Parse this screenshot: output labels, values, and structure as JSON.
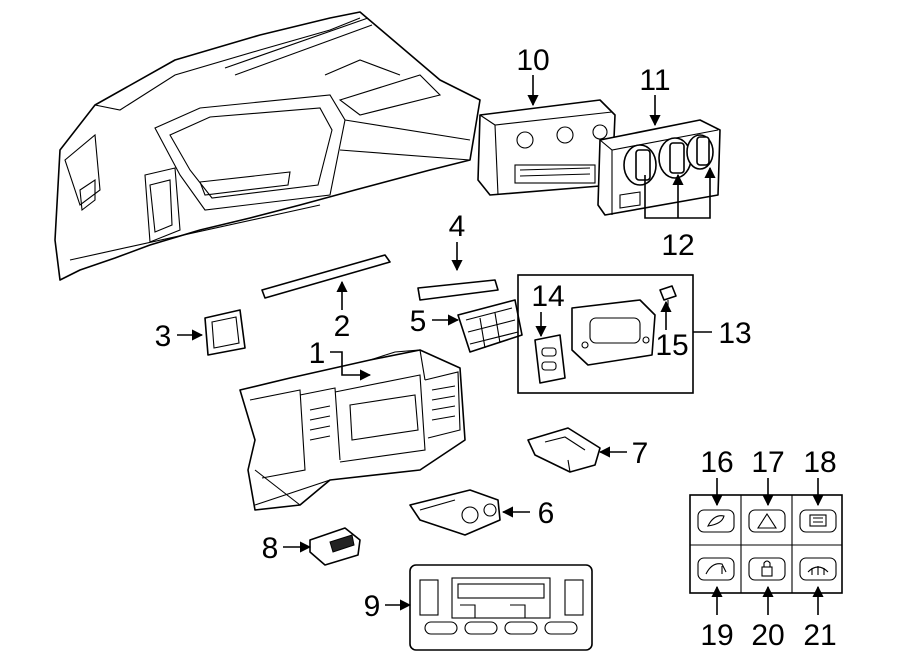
{
  "callouts": [
    {
      "id": "1",
      "label": "1"
    },
    {
      "id": "2",
      "label": "2"
    },
    {
      "id": "3",
      "label": "3"
    },
    {
      "id": "4",
      "label": "4"
    },
    {
      "id": "5",
      "label": "5"
    },
    {
      "id": "6",
      "label": "6"
    },
    {
      "id": "7",
      "label": "7"
    },
    {
      "id": "8",
      "label": "8"
    },
    {
      "id": "9",
      "label": "9"
    },
    {
      "id": "10",
      "label": "10"
    },
    {
      "id": "11",
      "label": "11"
    },
    {
      "id": "12",
      "label": "12"
    },
    {
      "id": "13",
      "label": "13"
    },
    {
      "id": "14",
      "label": "14"
    },
    {
      "id": "15",
      "label": "15"
    },
    {
      "id": "16",
      "label": "16"
    },
    {
      "id": "17",
      "label": "17"
    },
    {
      "id": "18",
      "label": "18"
    },
    {
      "id": "19",
      "label": "19"
    },
    {
      "id": "20",
      "label": "20"
    },
    {
      "id": "21",
      "label": "21"
    }
  ],
  "switch_icons": {
    "16": "cargo-lamp-icon",
    "17": "hazard-triangle-icon",
    "18": "rear-defrost-icon",
    "19": "dome-lamp-icon",
    "20": "lock-icon",
    "21": "rear-defog-icon"
  }
}
